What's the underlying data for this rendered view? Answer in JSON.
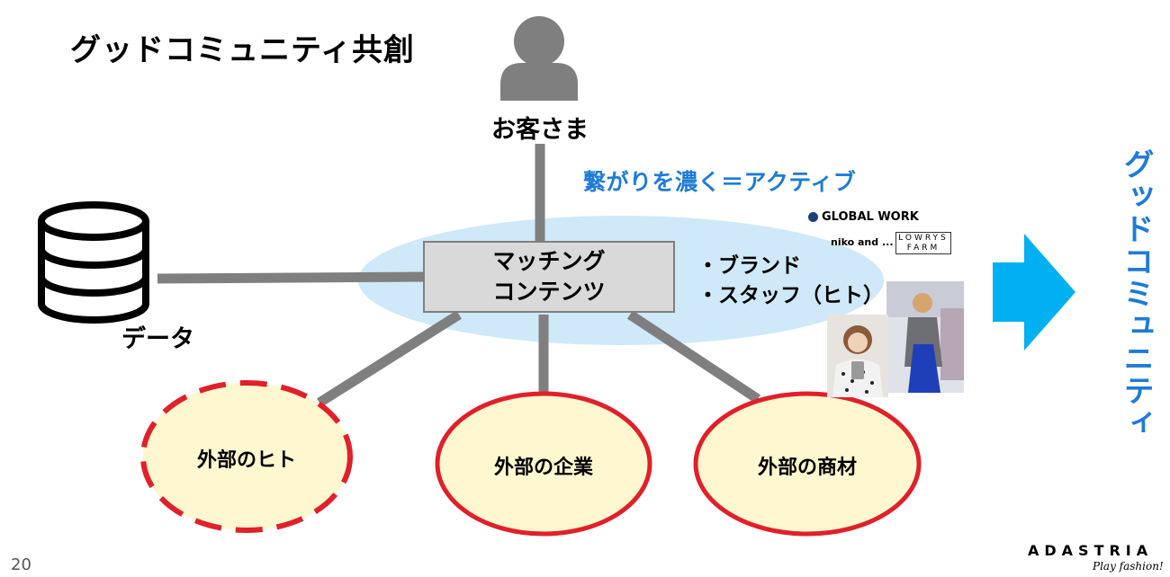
{
  "title": "グッドコミュニティ共創",
  "customer": {
    "label": "お客さま",
    "icon": "person-icon"
  },
  "data_node": {
    "label": "データ",
    "icon": "database-icon"
  },
  "matching": {
    "line1": "マッチング",
    "line2": "コンテンツ"
  },
  "active_caption": "繋がりを濃く＝アクティブ",
  "bullets": [
    "・ブランド",
    "・スタッフ（ヒト）"
  ],
  "brands": {
    "global_work": "GLOBAL WORK",
    "niko": "niko and ...",
    "lowrys_line1": "LOWRYS",
    "lowrys_line2": "FARM"
  },
  "external_nodes": [
    {
      "label": "外部のヒト",
      "style": "dashed"
    },
    {
      "label": "外部の企業",
      "style": "solid"
    },
    {
      "label": "外部の商材",
      "style": "solid"
    }
  ],
  "result_title": "グッドコミュニティ",
  "page_number": "20",
  "logo": {
    "name": "ADASTRIA",
    "tagline": "Play fashion!"
  },
  "colors": {
    "accent_blue": "#1f7bd6",
    "arrow_blue": "#00b0f0",
    "ellipse_fill": "#cfe9f8",
    "oval_fill": "#fff7d0",
    "oval_border": "#e0202a",
    "connector": "#7f7f7f"
  }
}
